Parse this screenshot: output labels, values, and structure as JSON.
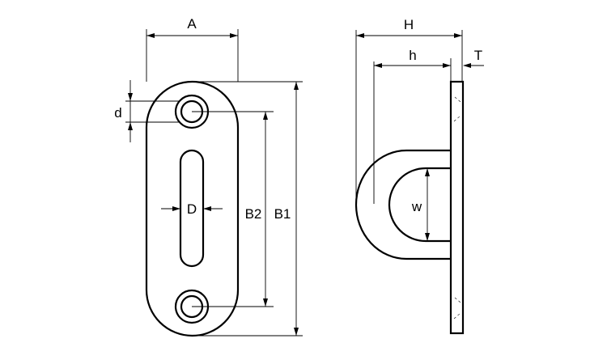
{
  "labels": {
    "A": "A",
    "d": "d",
    "D": "D",
    "B2": "B2",
    "B1": "B1",
    "H": "H",
    "h": "h",
    "T": "T",
    "w": "w"
  },
  "colors": {
    "line": "#000000",
    "background": "#ffffff"
  }
}
